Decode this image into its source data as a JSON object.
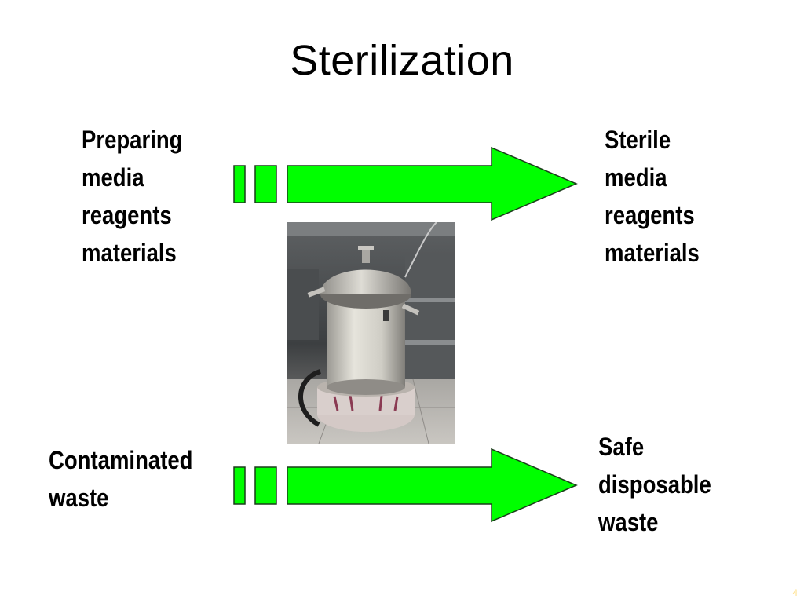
{
  "slide": {
    "title": "Sterilization",
    "page_number": "4"
  },
  "inputs": {
    "top": [
      "Preparing",
      "media",
      "reagents",
      "materials"
    ],
    "bottom": [
      "Contaminated",
      "waste"
    ]
  },
  "outputs": {
    "top": [
      "Sterile",
      "media",
      "reagents",
      "materials"
    ],
    "bottom": [
      "Safe",
      "disposable",
      "waste"
    ]
  },
  "colors": {
    "arrow_fill": "#00ff00",
    "arrow_stroke": "#1a3d1a"
  },
  "image": {
    "subject": "autoclave-photo"
  }
}
